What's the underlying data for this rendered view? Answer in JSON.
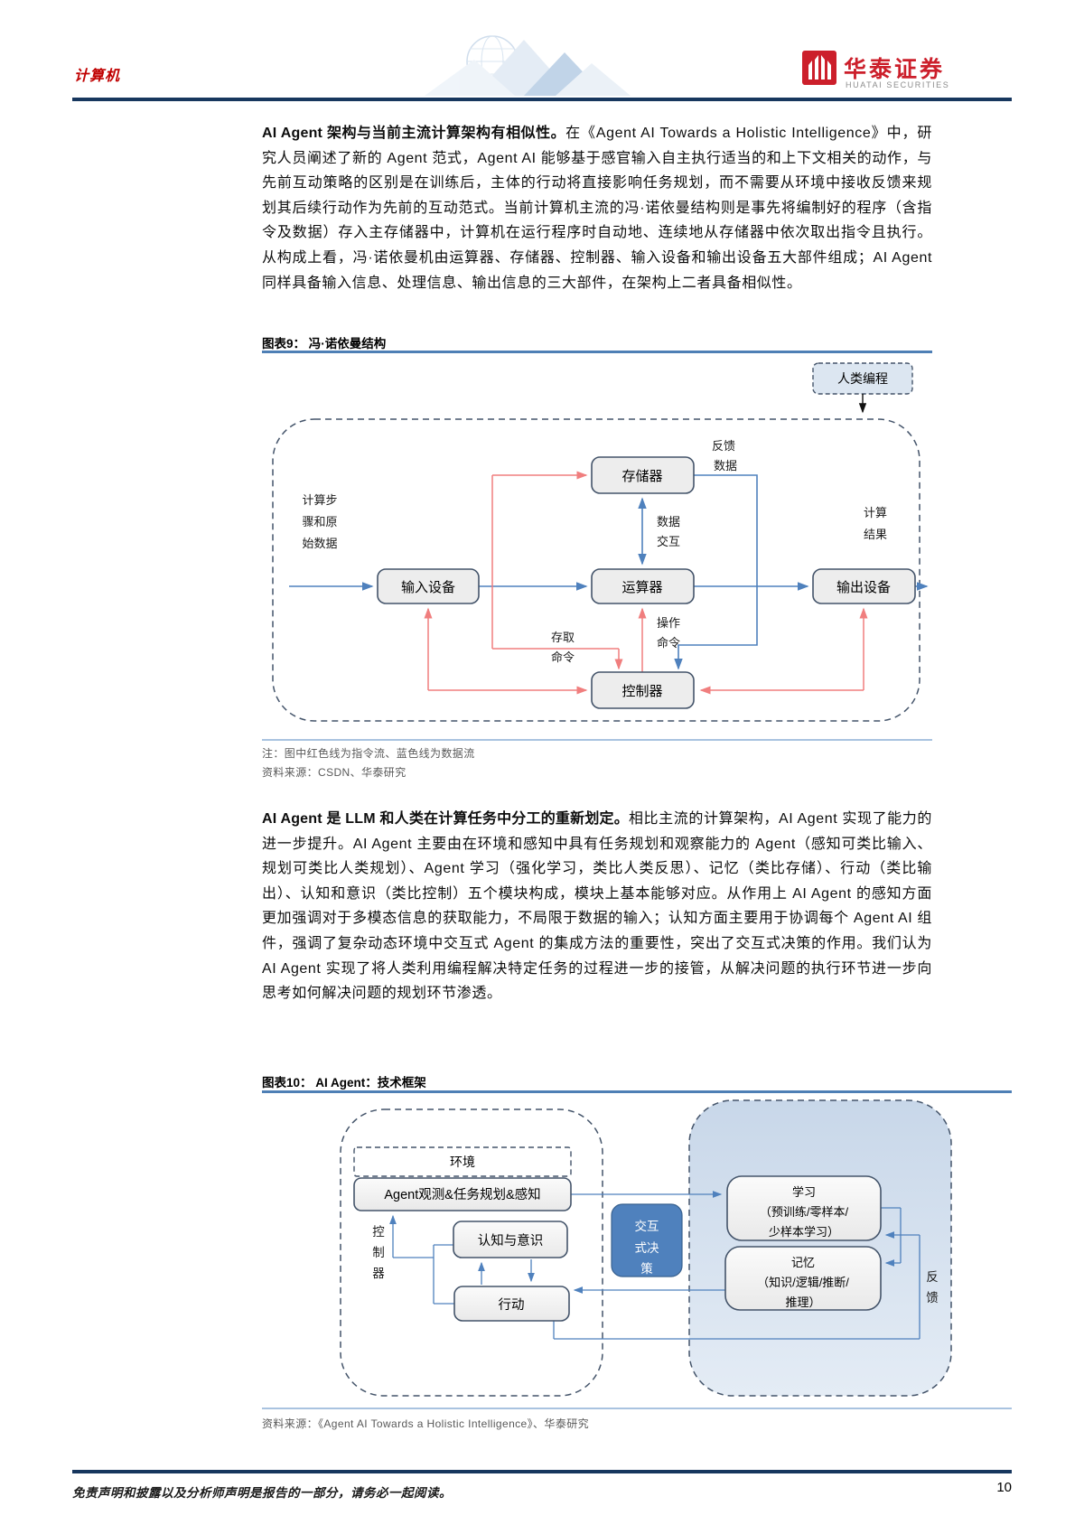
{
  "header": {
    "section": "计算机",
    "brand_cn": "华泰证券",
    "brand_en": "HUATAI SECURITIES"
  },
  "para1": {
    "lead": "AI Agent 架构与当前主流计算架构有相似性。",
    "body": "在《Agent AI Towards a Holistic Intelligence》中，研究人员阐述了新的 Agent 范式，Agent AI 能够基于感官输入自主执行适当的和上下文相关的动作，与先前互动策略的区别是在训练后，主体的行动将直接影响任务规划，而不需要从环境中接收反馈来规划其后续行动作为先前的互动范式。当前计算机主流的冯·诺依曼结构则是事先将编制好的程序（含指令及数据）存入主存储器中，计算机在运行程序时自动地、连续地从存储器中依次取出指令且执行。从构成上看，冯·诺依曼机由运算器、存储器、控制器、输入设备和输出设备五大部件组成；AI Agent 同样具备输入信息、处理信息、输出信息的三大部件，在架构上二者具备相似性。"
  },
  "fig9": {
    "title": "图表9：  冯·诺依曼结构",
    "human_programming": "人类编程",
    "memory": "存储器",
    "input_device": "输入设备",
    "alu": "运算器",
    "output_device": "输出设备",
    "controller": "控制器",
    "feedback_data": [
      "反馈",
      "数据"
    ],
    "data_interaction": [
      "数据",
      "交互"
    ],
    "op_command": [
      "操作",
      "命令"
    ],
    "access_command": [
      "存取",
      "命令"
    ],
    "input_caption": [
      "计算步",
      "骤和原",
      "始数据"
    ],
    "output_caption": [
      "计算",
      "结果"
    ],
    "note": "注：图中红色线为指令流、蓝色线为数据流",
    "source": "资料来源：CSDN、华泰研究"
  },
  "para2": {
    "lead": "AI Agent 是 LLM 和人类在计算任务中分工的重新划定。",
    "body": "相比主流的计算架构，AI Agent 实现了能力的进一步提升。AI Agent 主要由在环境和感知中具有任务规划和观察能力的 Agent（感知可类比输入、规划可类比人类规划）、Agent 学习（强化学习，类比人类反思）、记忆（类比存储）、行动（类比输出）、认知和意识（类比控制）五个模块构成，模块上基本能够对应。从作用上 AI Agent 的感知方面更加强调对于多模态信息的获取能力，不局限于数据的输入；认知方面主要用于协调每个 Agent AI 组件，强调了复杂动态环境中交互式 Agent 的集成方法的重要性，突出了交互式决策的作用。我们认为 AI Agent 实现了将人类利用编程解决特定任务的过程进一步的接管，从解决问题的执行环节进一步向思考如何解决问题的规划环节渗透。"
  },
  "fig10": {
    "title": "图表10：  AI Agent：技术框架",
    "environment": "环境",
    "observe": "Agent观测&任务规划&感知",
    "controller": [
      "控",
      "制",
      "器"
    ],
    "cognition": "认知与意识",
    "action": "行动",
    "interactive_decision": [
      "交互",
      "式决",
      "策"
    ],
    "learning": [
      "学习",
      "（预训练/零样本/",
      "少样本学习）"
    ],
    "memory": [
      "记忆",
      "（知识/逻辑/推断/",
      "推理）"
    ],
    "feedback": [
      "反",
      "馈"
    ],
    "source": "资料来源：《Agent AI Towards a Holistic Intelligence》、华泰研究"
  },
  "footer": {
    "disclaimer": "免责声明和披露以及分析师声明是报告的一部分，请务必一起阅读。",
    "page": "10"
  },
  "colors": {
    "accent_red": "#c00000",
    "brand_red": "#cc1f2b",
    "navy_rule": "#17375e",
    "title_rule_blue": "#4e7fb5",
    "data_flow_blue": "#4f81bd",
    "instruction_flow_red": "#f07e7e",
    "box_border": "#44546a",
    "box_fill": "#ededed",
    "container_fill_blue": "#d3dfee",
    "decision_box_blue": "#4f81bd"
  }
}
